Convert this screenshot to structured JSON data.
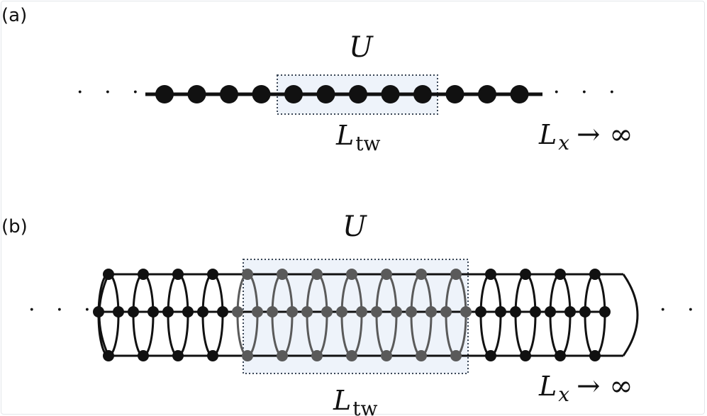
{
  "panel_a": {
    "label": "(a)",
    "operator": "U",
    "window_main": "L",
    "window_sub": "tw",
    "limit_main": "L",
    "limit_sub": "x",
    "limit_rest": "→ ∞",
    "ellipsis_left": "· · ·",
    "ellipsis_right": "· · ·",
    "site_count": 12,
    "highlighted_sites": [
      4,
      8
    ]
  },
  "panel_b": {
    "label": "(b)",
    "operator": "U",
    "window_main": "L",
    "window_sub": "tw",
    "limit_main": "L",
    "limit_sub": "x",
    "limit_rest": "→ ∞",
    "ellipsis_left": "· · ·",
    "ellipsis_right": "· · ·",
    "ring_count": 15,
    "highlighted_rings": [
      4,
      10
    ]
  },
  "colors": {
    "node": "#111111",
    "node_highlight": "#5a5a5a",
    "box_fill": "#eef3fa",
    "box_border": "#3a4656"
  }
}
